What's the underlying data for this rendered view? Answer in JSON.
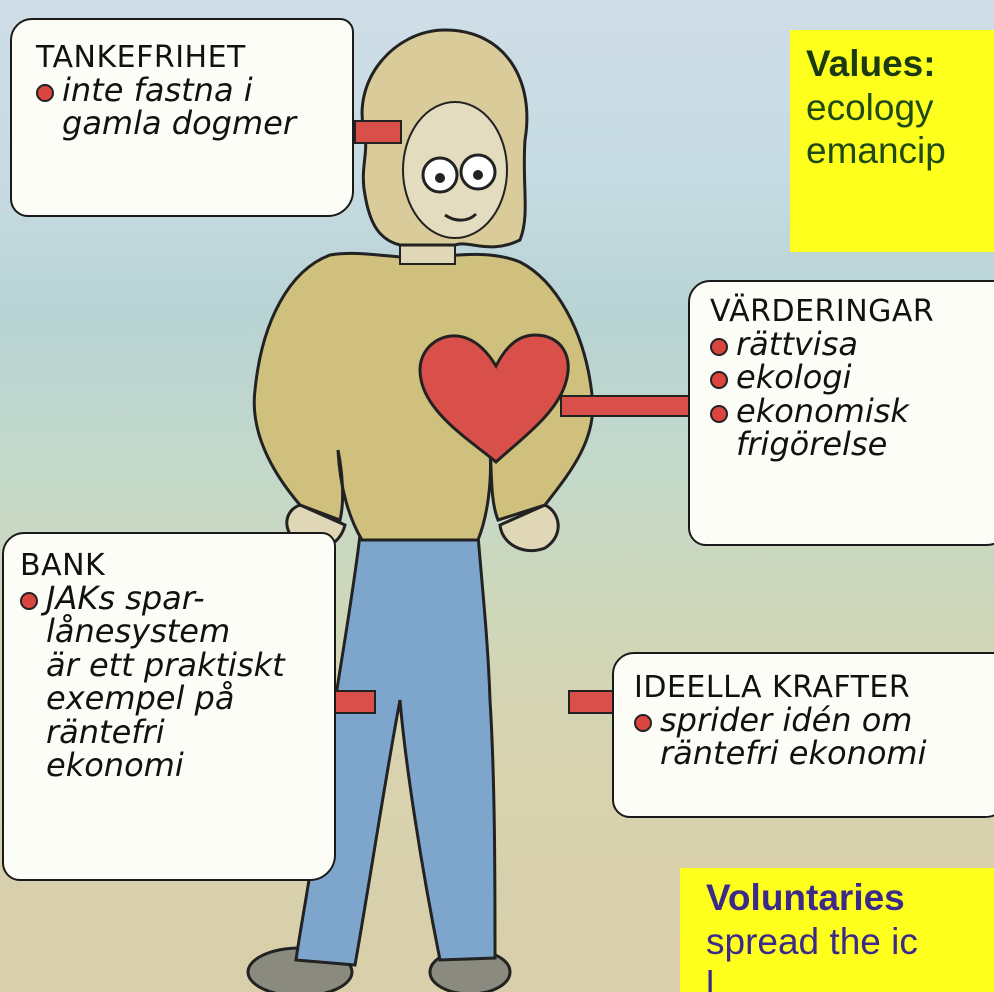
{
  "bubbles": {
    "tankefrihet": {
      "heading": "TANKEFRIHET",
      "item_line1": "inte fastna i",
      "item_line2": "gamla dogmer"
    },
    "varderingar": {
      "heading": "VÄRDERINGAR",
      "items": [
        "rättvisa",
        "ekologi",
        "ekonomisk"
      ],
      "item3_cont": "frigörelse"
    },
    "bank": {
      "heading": "BANK",
      "lines": [
        "JAKs spar-",
        "lånesystem",
        "är ett praktiskt",
        "exempel på",
        "räntefri",
        "ekonomi"
      ]
    },
    "ideella": {
      "heading": "IDEELLA KRAFTER",
      "item_line1": "sprider idén om",
      "item_line2": "räntefri ekonomi"
    }
  },
  "callouts": {
    "values": {
      "title": "Values:",
      "line1": "ecology",
      "line2": "emancip"
    },
    "voluntaries": {
      "title": "Voluntaries",
      "line1": "spread the ic",
      "line2": "l"
    }
  },
  "colors": {
    "highlight": "#ffff1e",
    "heart": "#d9504a",
    "sweater": "#cfc07e",
    "jeans": "#7ea6cd",
    "hair": "#d9cc9a"
  }
}
